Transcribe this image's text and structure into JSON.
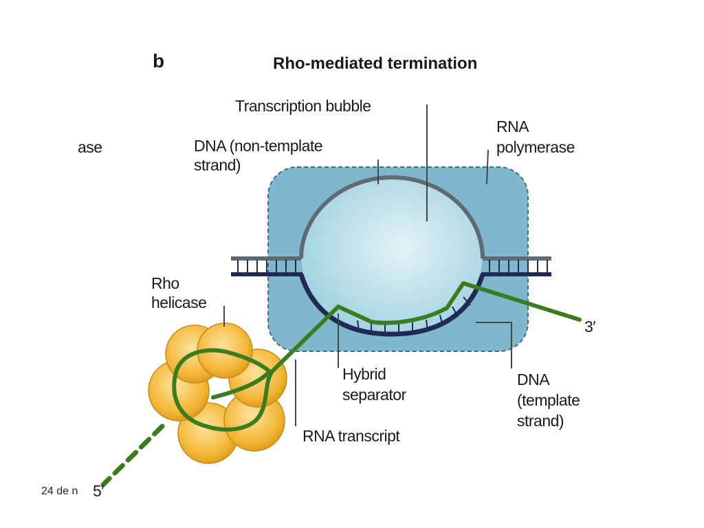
{
  "panel_letter": "b",
  "title": "Rho-mediated termination",
  "cut_label": "ase",
  "labels": {
    "transcription_bubble": "Transcription bubble",
    "dna_non_template_line1": "DNA (non-template",
    "dna_non_template_line2": "strand)",
    "rna_polymerase_line1": "RNA",
    "rna_polymerase_line2": "polymerase",
    "rho_helicase_line1": "Rho",
    "rho_helicase_line2": "helicase",
    "hybrid_separator_line1": "Hybrid",
    "hybrid_separator_line2": "separator",
    "dna_template_line1": "DNA",
    "dna_template_line2": "(template",
    "dna_template_line3": "strand)",
    "rna_transcript": "RNA transcript",
    "three_prime": "3′",
    "five_prime": "5′"
  },
  "footer": "24 de n",
  "colors": {
    "polymerase_fill": "#7fb8cc",
    "bubble_fill": "#c9e6ee",
    "rna_green": "#3b7d1e",
    "dna_dark": "#1f2a55",
    "dna_grey": "#5f6a73",
    "rho_yellow": "#f2b431"
  }
}
